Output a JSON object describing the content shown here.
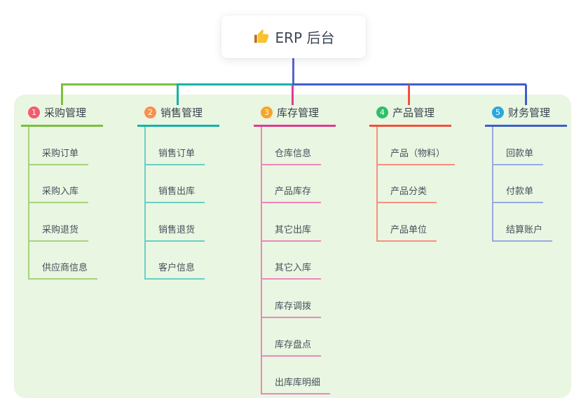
{
  "root": {
    "icon": "thumbs-up-icon",
    "title": "ERP 后台"
  },
  "colors": {
    "panel_bg": "#e9f6e1",
    "root_connector": "#5566ce",
    "header_text": "#39434e",
    "child_text": "#45515c"
  },
  "branches": [
    {
      "badge": "1",
      "label": "采购管理",
      "badge_color": "#f65a6e",
      "line_color": "#7dbe3f",
      "child_line_color": "#a6d37e",
      "children": [
        "采购订单",
        "采购入库",
        "采购退货",
        "供应商信息"
      ]
    },
    {
      "badge": "2",
      "label": "销售管理",
      "badge_color": "#fb8f4d",
      "line_color": "#12b3a7",
      "child_line_color": "#68cfc4",
      "children": [
        "销售订单",
        "销售出库",
        "销售退货",
        "客户信息"
      ]
    },
    {
      "badge": "3",
      "label": "库存管理",
      "badge_color": "#f6a42b",
      "line_color": "#e03a92",
      "child_line_color": "#f085bc",
      "children": [
        "仓库信息",
        "产品库存",
        "其它出库",
        "其它入库",
        "库存调拨",
        "库存盘点",
        "出库库明细"
      ]
    },
    {
      "badge": "4",
      "label": "产品管理",
      "badge_color": "#2fbf68",
      "line_color": "#f0503f",
      "child_line_color": "#f6907f",
      "children": [
        "产品（物料）",
        "产品分类",
        "产品单位"
      ]
    },
    {
      "badge": "5",
      "label": "财务管理",
      "badge_color": "#2aa7de",
      "line_color": "#3f5ec6",
      "child_line_color": "#97aae3",
      "children": [
        "回款单",
        "付款单",
        "结算账户"
      ]
    }
  ]
}
